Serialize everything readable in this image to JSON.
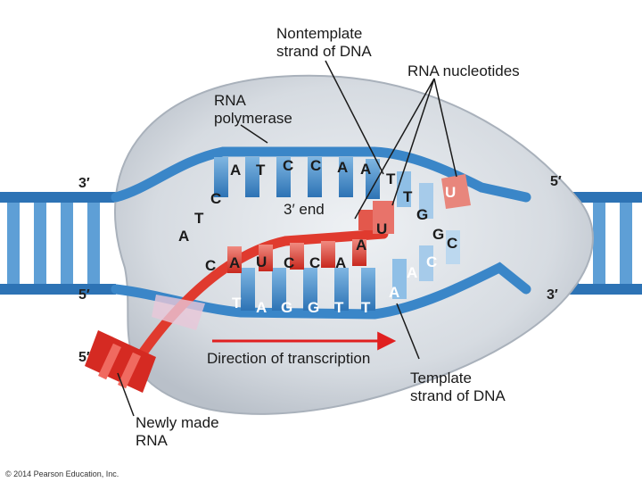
{
  "labels": {
    "nontemplate": "Nontemplate\nstrand of DNA",
    "rna_nucleotides": "RNA nucleotides",
    "rna_polymerase": "RNA\npolymerase",
    "three_prime_end": "3′ end",
    "direction": "Direction of transcription",
    "template": "Template\nstrand of DNA",
    "newly_made": "Newly made\nRNA",
    "copyright": "© 2014 Pearson Education, Inc."
  },
  "ends": {
    "top_left": "3′",
    "top_right": "5′",
    "mid_left": "5′",
    "lower_left": "5′",
    "bottom_right": "3′"
  },
  "nontemplate_bases": [
    "A",
    "T",
    "C",
    "C",
    "A",
    "A",
    "T",
    "T",
    "G",
    "G",
    "C",
    "C",
    "T",
    "A"
  ],
  "rna_bases": [
    "C",
    "A",
    "U",
    "C",
    "C",
    "A",
    "A",
    "U",
    "U"
  ],
  "template_bases": [
    "T",
    "A",
    "G",
    "G",
    "T",
    "T",
    "A",
    "A",
    "C"
  ],
  "colors": {
    "dna_blue": "#3a86c8",
    "dna_light": "#b7d7ef",
    "rna_red": "#e03a2e",
    "polymerase": "#d9dde2",
    "arrow": "#e02020"
  }
}
